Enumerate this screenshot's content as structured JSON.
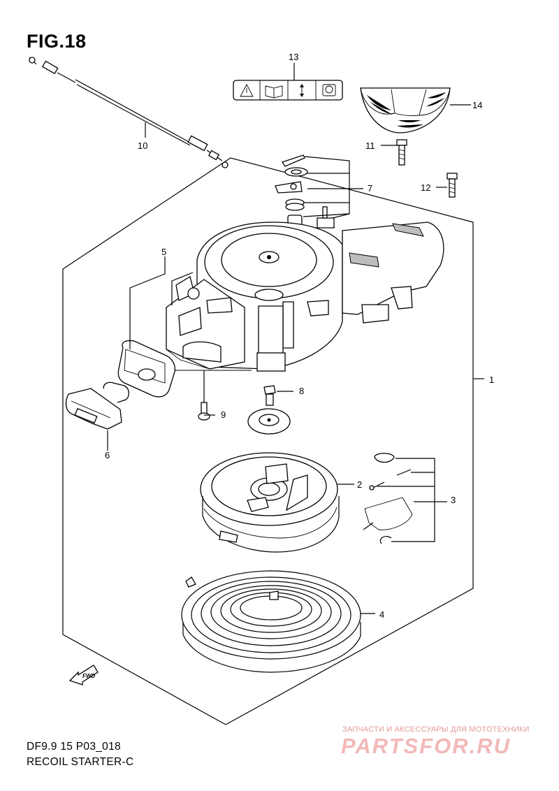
{
  "figure": {
    "title": "FIG.18"
  },
  "footer": {
    "model_line": "DF9.9 15 P03_018",
    "name_line": "RECOIL STARTER-C"
  },
  "direction": {
    "fwd_label": "FWD"
  },
  "watermark": {
    "tagline": "ЗАПЧАСТИ И АКСЕССУАРЫ ДЛЯ МОТОТЕХНИКИ",
    "logo": "PARTSFOR.RU"
  },
  "callouts": [
    {
      "id": "1",
      "part": "recoil-starter-assy"
    },
    {
      "id": "2",
      "part": "reel"
    },
    {
      "id": "3",
      "part": "ratchet-set"
    },
    {
      "id": "4",
      "part": "recoil-spring"
    },
    {
      "id": "5",
      "part": "case-assy"
    },
    {
      "id": "6",
      "part": "handle"
    },
    {
      "id": "7",
      "part": "stopper-set"
    },
    {
      "id": "8",
      "part": "bolt"
    },
    {
      "id": "9",
      "part": "bolt"
    },
    {
      "id": "10",
      "part": "cable"
    },
    {
      "id": "11",
      "part": "bolt"
    },
    {
      "id": "12",
      "part": "bolt"
    },
    {
      "id": "13",
      "part": "caution-label"
    },
    {
      "id": "14",
      "part": "cover"
    }
  ]
}
